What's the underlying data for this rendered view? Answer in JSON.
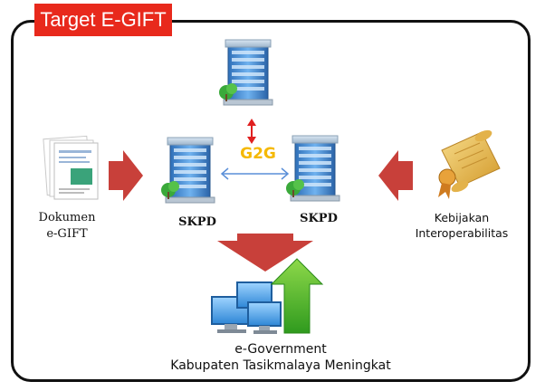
{
  "header": {
    "title": "Target E-GIFT"
  },
  "nodes": {
    "document": {
      "label_line1": "Dokumen",
      "label_line2": "e-GIFT"
    },
    "skpd_left": {
      "label": "SKPD"
    },
    "skpd_right": {
      "label": "SKPD"
    },
    "g2g": {
      "label": "G2G"
    },
    "policy": {
      "label_line1": "Kebijakan",
      "label_line2": "Interoperabilitas"
    },
    "egov": {
      "label_line1": "e-Government",
      "label_line2": "Kabupaten Tasikmalaya Meningkat"
    }
  },
  "colors": {
    "accent": "#e8291c",
    "flow_arrow": "#c8403a",
    "g2g_text": "#f5b800",
    "link_arrow": "#5a8fd8",
    "vertical_arrow": "#e02020",
    "building": "#3a88d8",
    "tree": "#3aa93a"
  },
  "icons": [
    "server-building-icon",
    "document-stack-icon",
    "certificate-icon",
    "computer-network-icon",
    "upward-arrow-icon"
  ]
}
